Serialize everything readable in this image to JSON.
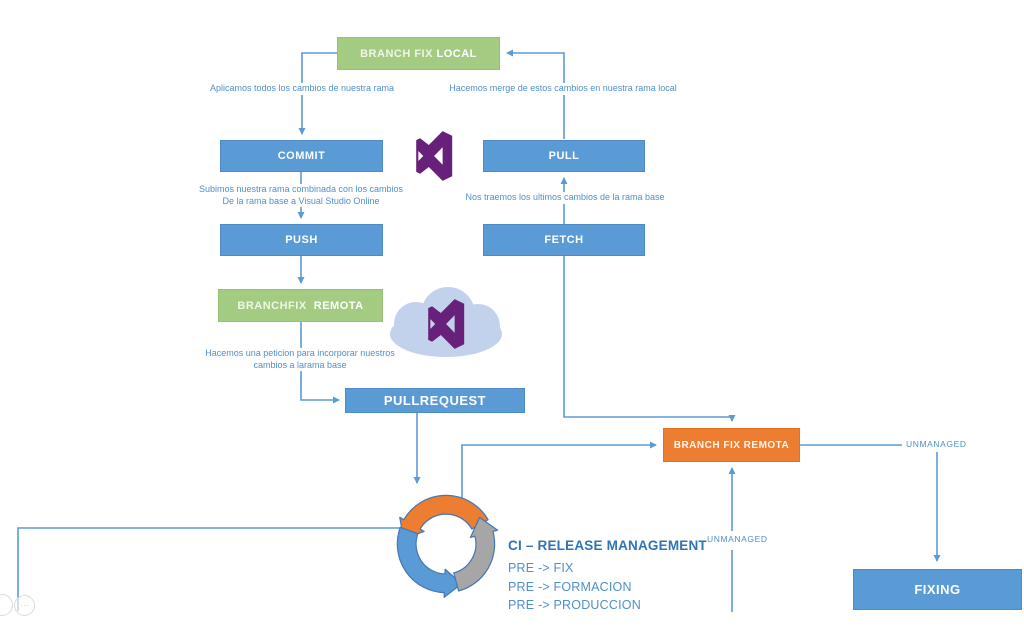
{
  "slide": {
    "background": "#ffffff",
    "language": "es"
  },
  "colors": {
    "green_fill": "#A3CB82",
    "blue_fill": "#5B9BD5",
    "orange_fill": "#ED7D31",
    "connector": "#5B9BD5",
    "note_text": "#4E90C9",
    "heading_text": "#2E75B6",
    "vs_purple": "#68217A",
    "cloud_fill": "#C3D2EC",
    "cycle_gray": "#A6A6A6",
    "cycle_orange": "#ED7D31",
    "cycle_blue": "#5B9BD5"
  },
  "nodes": {
    "branch_fix_local": {
      "prefix": "BRANCH FIX ",
      "emphasis": "LOCAL"
    },
    "commit": {
      "label": "COMMIT"
    },
    "pull": {
      "label": "PULL"
    },
    "push": {
      "label": "PUSH"
    },
    "fetch": {
      "label": "FETCH"
    },
    "branchfix_remota": {
      "prefix": "BRANCHFIX  ",
      "emphasis": "REMOTA"
    },
    "pullrequest": {
      "label": "PULLREQUEST"
    },
    "branch_fix_remota": {
      "label": "BRANCH FIX REMOTA"
    },
    "fixing": {
      "label": "FIXING"
    }
  },
  "annotations": {
    "apply_changes": "Aplicamos todos los cambios de nuestra rama",
    "merge_local": "Hacemos merge de estos cambios en nuestra rama local",
    "push_line1": "Subimos nuestra rama combinada con los cambios",
    "push_line2": "De la rama base a Visual Studio Online",
    "fetch_desc": "Nos traemos los ultimos cambios de la rama base",
    "pullrequest_line1": "Hacemos una peticion para incorporar nuestros",
    "pullrequest_line2": "cambios a larama base",
    "unmanaged_right": "UNMANAGED",
    "unmanaged_bottom": "UNMANAGED"
  },
  "release_management": {
    "heading": "CI – RELEASE MANAGEMENT",
    "items": [
      "PRE -> FIX",
      "PRE -> FORMACION",
      "PRE -> PRODUCCION"
    ]
  },
  "icons": {
    "visual_studio_logo": "visual-studio-infinity-logo",
    "vso_cloud": "visual-studio-online-cloud",
    "ci_cycle": "continuous-integration-cycle-arrows",
    "viewer_controls": "watermark-viewer-controls"
  }
}
